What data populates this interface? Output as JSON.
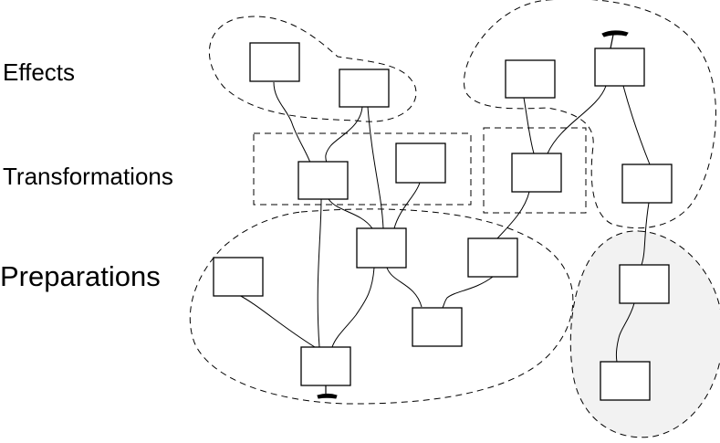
{
  "diagram": {
    "labels": {
      "effects": "Effects",
      "transformations": "Transformations",
      "preparations": "Preparations"
    },
    "colors": {
      "stroke": "#000000",
      "shaded_region": "#f2f2f2",
      "background": "#ffffff"
    }
  }
}
